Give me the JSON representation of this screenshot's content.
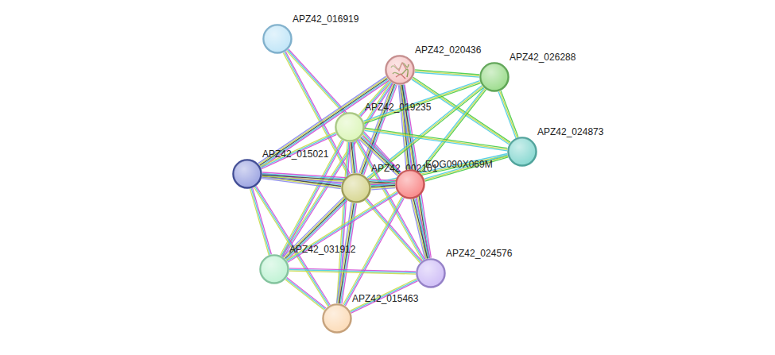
{
  "diagram": {
    "nodes": [
      {
        "text": [
          "APZ42_016919"
        ]
      },
      {
        "text": [
          "APZ42_020436"
        ]
      },
      {
        "text": [
          "APZ42_026288"
        ]
      },
      {
        "text": [
          "APZ42_019235"
        ]
      },
      {
        "text": [
          "APZ42_024873"
        ]
      },
      {
        "text": [
          "APZ42_015021"
        ]
      },
      {
        "text": [
          "APZ42_002101"
        ]
      },
      {
        "text": [
          "EOG090X069M"
        ]
      },
      {
        "text": [
          "APZ42_031912"
        ]
      },
      {
        "text": [
          "APZ42_024576"
        ]
      },
      {
        "text": [
          "APZ42_015463"
        ]
      }
    ],
    "edges": [
      {
        "from": 0,
        "to": 6,
        "arrow": "none"
      },
      {
        "from": 0,
        "to": 7,
        "arrow": "none"
      },
      {
        "from": 1,
        "to": 2,
        "arrow": "none"
      },
      {
        "from": 1,
        "to": 3,
        "arrow": "none"
      },
      {
        "from": 1,
        "to": 4,
        "arrow": "none"
      },
      {
        "from": 1,
        "to": 5,
        "arrow": "none"
      },
      {
        "from": 1,
        "to": 6,
        "arrow": "none"
      },
      {
        "from": 1,
        "to": 7,
        "arrow": "none"
      },
      {
        "from": 1,
        "to": 8,
        "arrow": "none"
      },
      {
        "from": 1,
        "to": 9,
        "arrow": "none"
      },
      {
        "from": 2,
        "to": 3,
        "arrow": "none"
      },
      {
        "from": 2,
        "to": 4,
        "arrow": "none"
      },
      {
        "from": 2,
        "to": 6,
        "arrow": "none"
      },
      {
        "from": 2,
        "to": 7,
        "arrow": "none"
      },
      {
        "from": 3,
        "to": 4,
        "arrow": "none"
      },
      {
        "from": 3,
        "to": 5,
        "arrow": "none"
      },
      {
        "from": 3,
        "to": 6,
        "arrow": "none"
      },
      {
        "from": 3,
        "to": 7,
        "arrow": "none"
      },
      {
        "from": 3,
        "to": 8,
        "arrow": "none"
      },
      {
        "from": 3,
        "to": 9,
        "arrow": "none"
      },
      {
        "from": 3,
        "to": 10,
        "arrow": "none"
      },
      {
        "from": 4,
        "to": 6,
        "arrow": "none"
      },
      {
        "from": 4,
        "to": 7,
        "arrow": "none"
      },
      {
        "from": 5,
        "to": 6,
        "arrow": "none"
      },
      {
        "from": 5,
        "to": 7,
        "arrow": "none"
      },
      {
        "from": 5,
        "to": 8,
        "arrow": "none"
      },
      {
        "from": 5,
        "to": 10,
        "arrow": "none"
      },
      {
        "from": 6,
        "to": 7,
        "arrow": "none"
      },
      {
        "from": 6,
        "to": 8,
        "arrow": "none"
      },
      {
        "from": 6,
        "to": 9,
        "arrow": "none"
      },
      {
        "from": 6,
        "to": 10,
        "arrow": "none"
      },
      {
        "from": 7,
        "to": 8,
        "arrow": "none"
      },
      {
        "from": 7,
        "to": 9,
        "arrow": "none"
      },
      {
        "from": 7,
        "to": 10,
        "arrow": "none"
      },
      {
        "from": 8,
        "to": 9,
        "arrow": "none"
      },
      {
        "from": 8,
        "to": 10,
        "arrow": "none"
      },
      {
        "from": 9,
        "to": 10,
        "arrow": "none"
      }
    ]
  }
}
